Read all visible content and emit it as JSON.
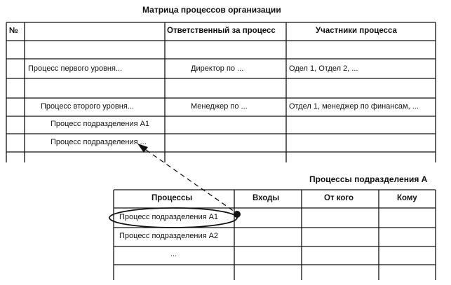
{
  "matrix": {
    "title": "Матрица процессов организации",
    "headers": [
      "№",
      "",
      "Ответственный за процесс",
      "Участники процесса"
    ],
    "rows": [
      {
        "process": "",
        "owner": "",
        "participants": ""
      },
      {
        "process": "Процесс первого уровня...",
        "owner": "Директор по ...",
        "participants": "Одел 1, Отдел 2, ..."
      },
      {
        "process": "",
        "owner": "",
        "participants": ""
      },
      {
        "process": "Процесс второго уровня...",
        "owner": "Менеджер по ...",
        "participants": "Отдел 1, менеджер по финансам, ..."
      },
      {
        "process": "Процесс подразделения А1",
        "owner": "",
        "participants": ""
      },
      {
        "process": "Процесс подразделения ...",
        "owner": "",
        "participants": ""
      }
    ]
  },
  "unit_table": {
    "title": "Процессы подразделения А",
    "headers": [
      "Процессы",
      "Входы",
      "От кого",
      "Кому"
    ],
    "rows": [
      {
        "process": "Процесс подразделения А1"
      },
      {
        "process": "Процесс подразделения А2"
      },
      {
        "process": "..."
      }
    ]
  },
  "colors": {
    "line": "#111111",
    "background": "#ffffff"
  }
}
